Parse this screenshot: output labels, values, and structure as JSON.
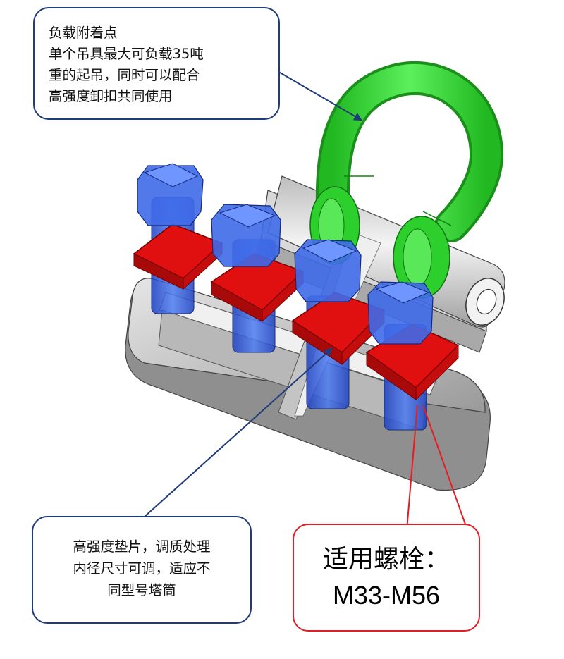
{
  "colors": {
    "callout_blue": "#1f3b7a",
    "callout_red": "#e41c23",
    "bolt_blue": "#2b5be0",
    "washer_red": "#e01010",
    "shackle_green": "#33dd33",
    "base_gray": "#c8c8c8"
  },
  "callouts": {
    "load_point": {
      "lines": [
        "负载附着点",
        "单个吊具最大可负载35吨",
        "重的起吊，同时可以配合",
        "高强度卸扣共同使用"
      ]
    },
    "washer": {
      "lines": [
        "高强度垫片，调质处理",
        "内径尺寸可调，适应不",
        "同型号塔筒"
      ]
    },
    "bolts": {
      "lines": [
        "适用螺栓：",
        "M33-M56"
      ]
    }
  },
  "icons": {
    "shackle": "green-shackle-icon",
    "bolt": "hex-bolt-icon",
    "washer": "square-washer-icon",
    "base": "lifting-base-plate-icon"
  }
}
